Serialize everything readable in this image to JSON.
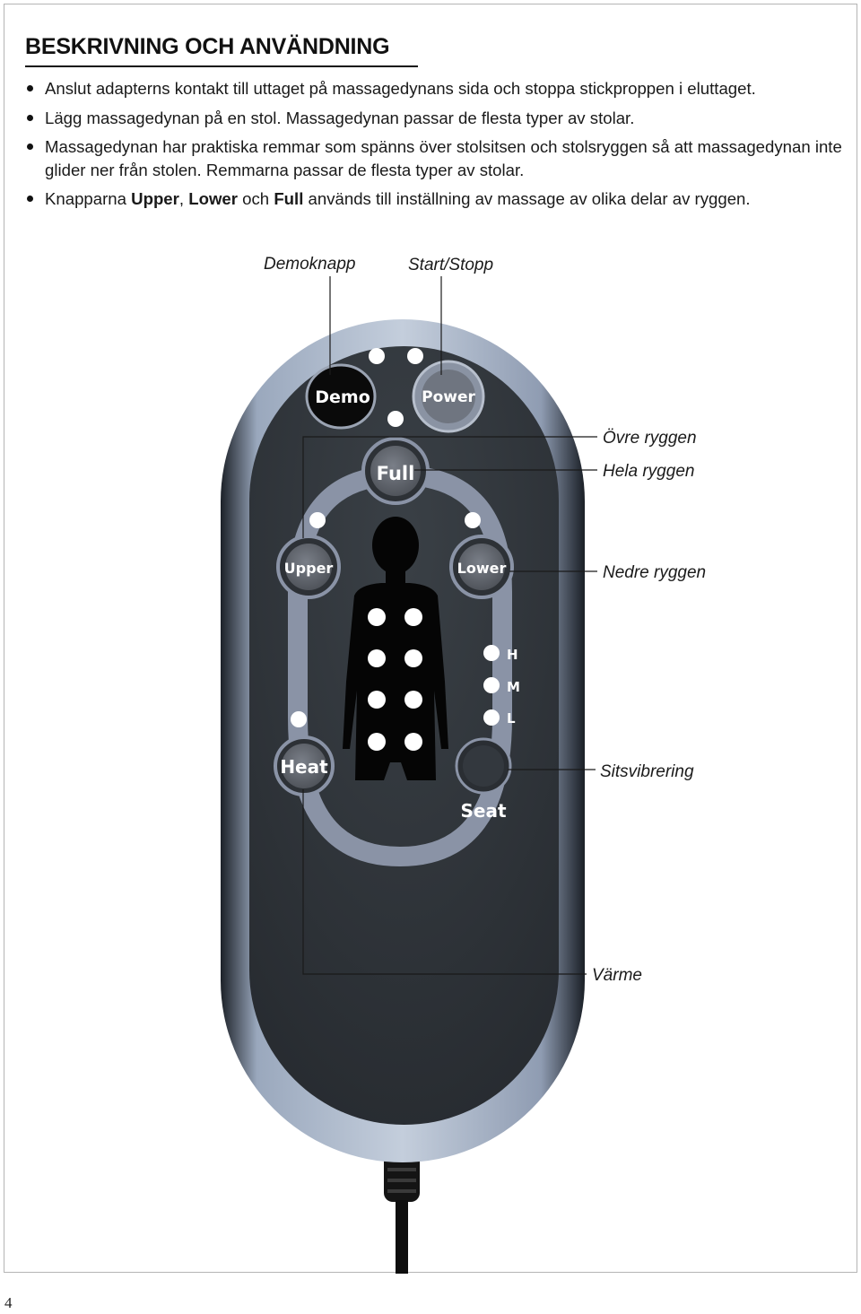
{
  "document": {
    "heading": "BESKRIVNING OCH ANVÄNDNING",
    "bullets": [
      {
        "text": "Anslut adapterns kontakt till uttaget på massagedynans sida och stoppa stickproppen i eluttaget."
      },
      {
        "text": "Lägg massagedynan på en stol. Massagedynan passar de flesta typer av stolar."
      },
      {
        "text": "Massagedynan har praktiska remmar som spänns över stolsitsen och stolsryggen så att massagedynan inte glider ner från stolen. Remmarna passar de flesta typer av stolar."
      },
      {
        "prefix": "Knapparna ",
        "bold1": "Upper",
        "sep1": ", ",
        "bold2": "Lower",
        "sep2": " och ",
        "bold3": "Full",
        "suffix": " används till inställning av massage av olika delar av ryggen."
      }
    ],
    "page_number": "4"
  },
  "remote": {
    "buttons": {
      "demo": "Demo",
      "power": "Power",
      "full": "Full",
      "upper": "Upper",
      "lower": "Lower",
      "heat": "Heat",
      "seat": "Seat"
    },
    "intensity": {
      "high": "H",
      "medium": "M",
      "low": "L"
    }
  },
  "callouts": {
    "demo": "Demoknapp",
    "power": "Start/Stopp",
    "upper": "Övre ryggen",
    "full": "Hela ryggen",
    "lower": "Nedre ryggen",
    "seat": "Sitsvibrering",
    "heat": "Värme"
  },
  "colors": {
    "body_dark": "#2f3439",
    "body_silver": "#a4b0c3",
    "arc": "#8a93a6",
    "demo_button": "#0a0a0a",
    "gray_button": "#6c7078",
    "led": "#ffffff",
    "silhouette": "#050505"
  }
}
